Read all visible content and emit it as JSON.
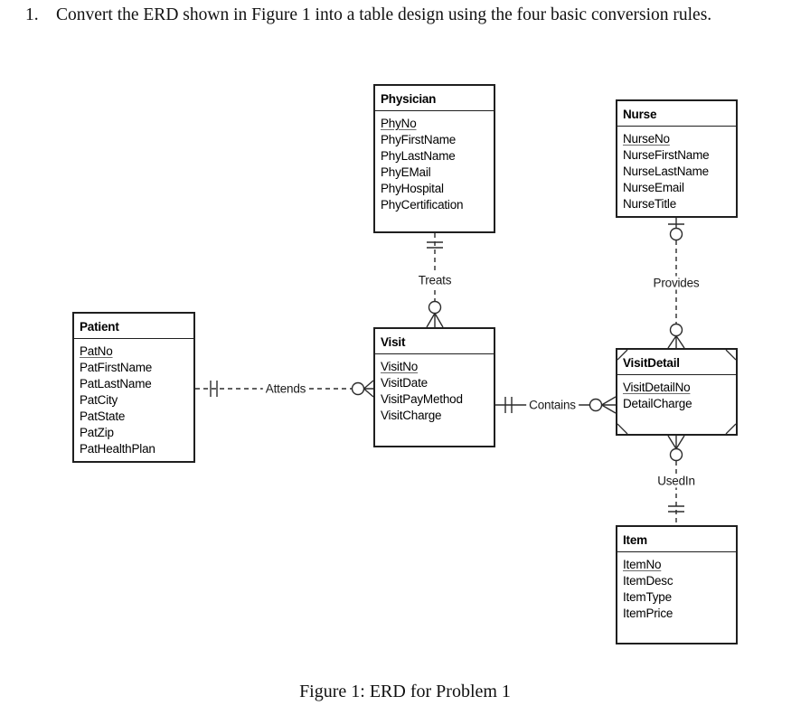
{
  "problem": {
    "number": "1.",
    "text": "Convert the ERD shown in Figure 1 into a table design using the four basic conversion rules."
  },
  "figure_caption": "Figure 1: ERD for Problem 1",
  "diagram": {
    "type": "erd-crows-foot",
    "entities": {
      "physician": {
        "title": "Physician",
        "weak": false,
        "attributes": [
          {
            "name": "PhyNo",
            "pk": true
          },
          {
            "name": "PhyFirstName",
            "pk": false
          },
          {
            "name": "PhyLastName",
            "pk": false
          },
          {
            "name": "PhyEMail",
            "pk": false
          },
          {
            "name": "PhyHospital",
            "pk": false
          },
          {
            "name": "PhyCertification",
            "pk": false
          }
        ]
      },
      "nurse": {
        "title": "Nurse",
        "weak": false,
        "attributes": [
          {
            "name": "NurseNo",
            "pk": true
          },
          {
            "name": "NurseFirstName",
            "pk": false
          },
          {
            "name": "NurseLastName",
            "pk": false
          },
          {
            "name": "NurseEmail",
            "pk": false
          },
          {
            "name": "NurseTitle",
            "pk": false
          }
        ]
      },
      "patient": {
        "title": "Patient",
        "weak": false,
        "attributes": [
          {
            "name": "PatNo",
            "pk": true
          },
          {
            "name": "PatFirstName",
            "pk": false
          },
          {
            "name": "PatLastName",
            "pk": false
          },
          {
            "name": "PatCity",
            "pk": false
          },
          {
            "name": "PatState",
            "pk": false
          },
          {
            "name": "PatZip",
            "pk": false
          },
          {
            "name": "PatHealthPlan",
            "pk": false
          }
        ]
      },
      "visit": {
        "title": "Visit",
        "weak": false,
        "attributes": [
          {
            "name": "VisitNo",
            "pk": true
          },
          {
            "name": "VisitDate",
            "pk": false
          },
          {
            "name": "VisitPayMethod",
            "pk": false
          },
          {
            "name": "VisitCharge",
            "pk": false
          }
        ]
      },
      "visitdetail": {
        "title": "VisitDetail",
        "weak": true,
        "attributes": [
          {
            "name": "VisitDetailNo",
            "pk": true
          },
          {
            "name": "DetailCharge",
            "pk": false
          }
        ]
      },
      "item": {
        "title": "Item",
        "weak": false,
        "attributes": [
          {
            "name": "ItemNo",
            "pk": true
          },
          {
            "name": "ItemDesc",
            "pk": false
          },
          {
            "name": "ItemType",
            "pk": false
          },
          {
            "name": "ItemPrice",
            "pk": false
          }
        ]
      }
    },
    "relationships": {
      "treats": {
        "label": "Treats",
        "from": "Physician",
        "to": "Visit",
        "from_cardinality": "one-and-only-one",
        "to_cardinality": "zero-or-many",
        "line_style": "dashed"
      },
      "provides": {
        "label": "Provides",
        "from": "Nurse",
        "to": "VisitDetail",
        "from_cardinality": "zero-or-one",
        "to_cardinality": "zero-or-many",
        "line_style": "dashed"
      },
      "attends": {
        "label": "Attends",
        "from": "Patient",
        "to": "Visit",
        "from_cardinality": "one-and-only-one",
        "to_cardinality": "zero-or-many",
        "line_style": "dashed"
      },
      "contains": {
        "label": "Contains",
        "from": "Visit",
        "to": "VisitDetail",
        "from_cardinality": "one-and-only-one",
        "to_cardinality": "zero-or-many",
        "line_style": "solid"
      },
      "usedin": {
        "label": "UsedIn",
        "from": "Item",
        "to": "VisitDetail",
        "from_cardinality": "one-and-only-one",
        "to_cardinality": "zero-or-many",
        "line_style": "dashed"
      }
    }
  },
  "colors": {
    "background": "#ffffff",
    "line": "#2b2b2b",
    "text": "#000000"
  }
}
